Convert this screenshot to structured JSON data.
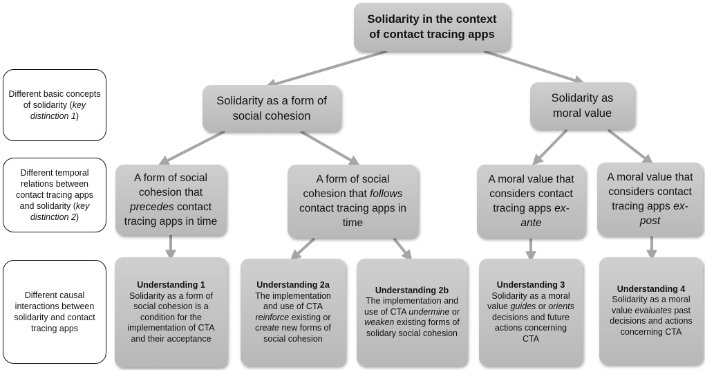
{
  "title": {
    "line1": "Solidarity in the context",
    "line2": "of contact tracing apps"
  },
  "side_labels": {
    "row1": [
      "Different basic concepts of solidarity (",
      "key distinction 1",
      ")"
    ],
    "row2": [
      "Different temporal relations between contact tracing apps and solidarity (",
      "key distinction 2",
      ")"
    ],
    "row3": [
      "Different causal interactions between solidarity and contact tracing apps"
    ]
  },
  "concepts": {
    "cohesion": "Solidarity as a form of social cohesion",
    "moral": "Solidarity as moral value"
  },
  "temporal": {
    "precedes": [
      "A form of social cohesion that ",
      "precedes",
      " contact tracing apps in time"
    ],
    "follows": [
      "A form of social cohesion that ",
      "follows",
      " contact tracing apps in time"
    ],
    "ex_ante": [
      "A moral value that considers contact tracing apps ",
      "ex-ante",
      ""
    ],
    "ex_post": [
      "A moral value that considers contact tracing apps ",
      "ex-post",
      ""
    ]
  },
  "understandings": {
    "u1": {
      "title": "Understanding 1",
      "body": [
        "Solidarity as a form of social cohesion is a condition for the implementation of CTA and their acceptance"
      ]
    },
    "u2a": {
      "title": "Understanding 2a",
      "body": [
        "The implementation and use of CTA ",
        "reinforce",
        " existing or ",
        "create",
        " new forms of social cohesion"
      ]
    },
    "u2b": {
      "title": "Understanding 2b",
      "body": [
        "The implementation and use of CTA ",
        "undermine",
        " or ",
        "weaken",
        " existing forms of solidary social cohesion"
      ]
    },
    "u3": {
      "title": "Understanding 3",
      "body": [
        "Solidarity as a moral value ",
        "guides",
        " or ",
        "orients",
        " decisions and future actions concerning CTA"
      ]
    },
    "u4": {
      "title": "Understanding 4",
      "body": [
        "Solidarity as a moral value ",
        "evaluates",
        " past decisions and actions concerning CTA"
      ]
    }
  },
  "colors": {
    "node_fill": "#c4c4c4",
    "arrow": "#a6a6a6",
    "border": "#111111"
  }
}
